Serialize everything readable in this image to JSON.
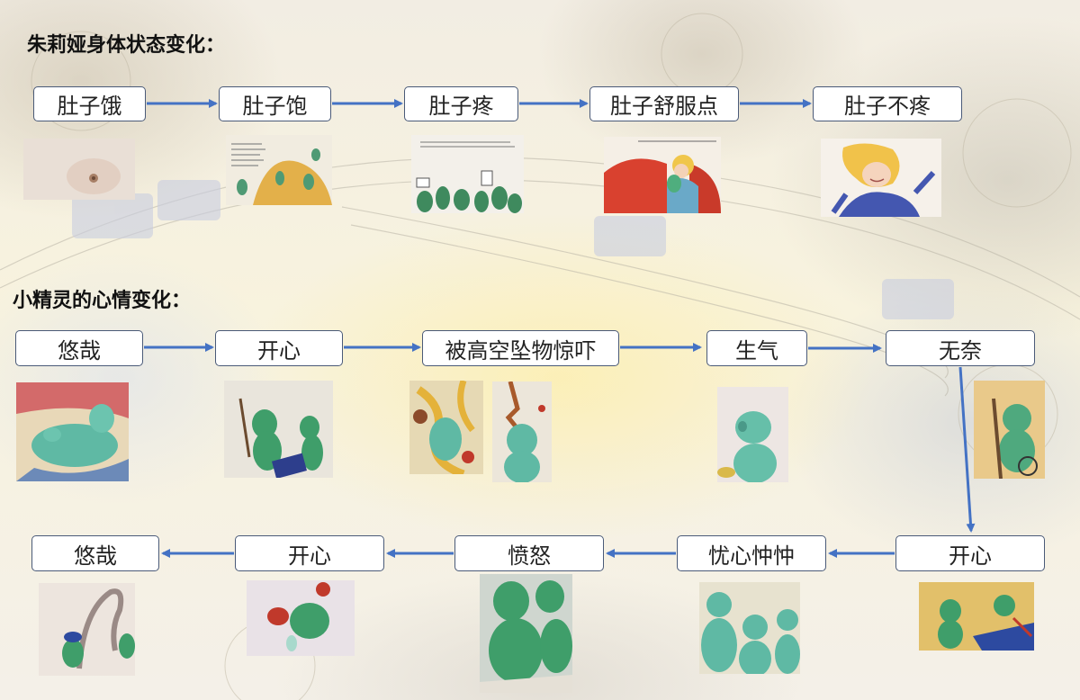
{
  "section1": {
    "title": "朱莉娅身体状态变化：",
    "steps": [
      "肚子饿",
      "肚子饱",
      "肚子疼",
      "肚子舒服点",
      "肚子不疼"
    ]
  },
  "section2": {
    "title": "小精灵的心情变化：",
    "row1": [
      "悠哉",
      "开心",
      "被高空坠物惊吓",
      "生气",
      "无奈"
    ],
    "row2": [
      "开心",
      "忧心忡忡",
      "愤怒",
      "开心",
      "悠哉"
    ]
  },
  "colors": {
    "arrow": "#4472c4",
    "node_border": "#4a5a78",
    "elf_green": "#3f9e6a",
    "elf_teal": "#5fb9a4"
  }
}
